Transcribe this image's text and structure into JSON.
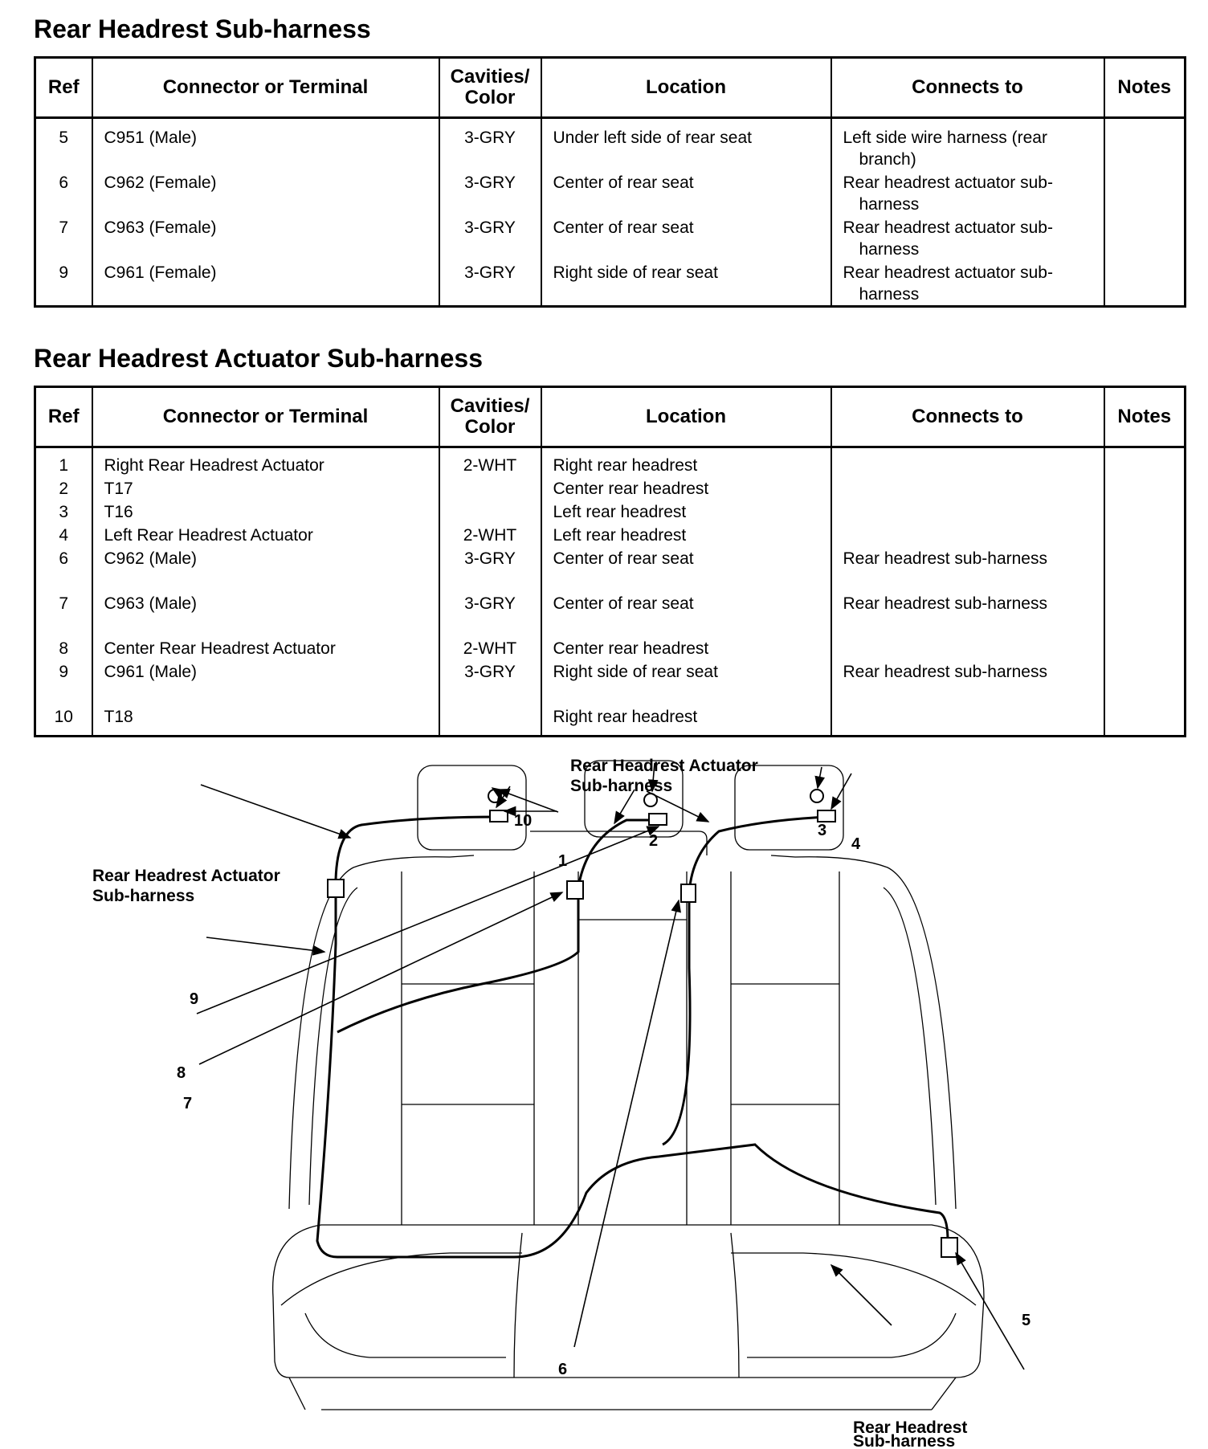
{
  "section1": {
    "title": "Rear Headrest Sub-harness",
    "headers": [
      "Ref",
      "Connector or Terminal",
      "Cavities/ Color",
      "Location",
      "Connects to",
      "Notes"
    ],
    "rows": [
      {
        "ref": "5",
        "connector": "C951 (Male)",
        "cavities": "3-GRY",
        "location": "Under left side of rear seat",
        "connects_to": "Left side wire harness (rear branch)",
        "notes": ""
      },
      {
        "ref": "6",
        "connector": "C962 (Female)",
        "cavities": "3-GRY",
        "location": "Center of rear seat",
        "connects_to": "Rear headrest actuator sub-harness",
        "notes": ""
      },
      {
        "ref": "7",
        "connector": "C963 (Female)",
        "cavities": "3-GRY",
        "location": "Center of rear seat",
        "connects_to": "Rear headrest actuator sub-harness",
        "notes": ""
      },
      {
        "ref": "9",
        "connector": "C961 (Female)",
        "cavities": "3-GRY",
        "location": "Right side of rear seat",
        "connects_to": "Rear headrest actuator sub-harness",
        "notes": ""
      }
    ]
  },
  "section2": {
    "title": "Rear Headrest Actuator Sub-harness",
    "headers": [
      "Ref",
      "Connector or Terminal",
      "Cavities/ Color",
      "Location",
      "Connects to",
      "Notes"
    ],
    "rows": [
      {
        "ref": "1",
        "connector": "Right Rear Headrest Actuator",
        "cavities": "2-WHT",
        "location": "Right rear headrest",
        "connects_to": "",
        "notes": ""
      },
      {
        "ref": "2",
        "connector": "T17",
        "cavities": "",
        "location": "Center rear headrest",
        "connects_to": "",
        "notes": ""
      },
      {
        "ref": "3",
        "connector": "T16",
        "cavities": "",
        "location": "Left rear headrest",
        "connects_to": "",
        "notes": ""
      },
      {
        "ref": "4",
        "connector": "Left Rear Headrest Actuator",
        "cavities": "2-WHT",
        "location": "Left rear headrest",
        "connects_to": "",
        "notes": ""
      },
      {
        "ref": "6",
        "connector": "C962 (Male)",
        "cavities": "3-GRY",
        "location": "Center of rear seat",
        "connects_to": "Rear headrest sub-harness",
        "notes": ""
      },
      {
        "ref": "7",
        "connector": "C963 (Male)",
        "cavities": "3-GRY",
        "location": "Center of rear seat",
        "connects_to": "Rear headrest sub-harness",
        "notes": ""
      },
      {
        "ref": "8",
        "connector": "Center Rear Headrest Actuator",
        "cavities": "2-WHT",
        "location": "Center rear headrest",
        "connects_to": "",
        "notes": ""
      },
      {
        "ref": "9",
        "connector": "C961 (Male)",
        "cavities": "3-GRY",
        "location": "Right side of rear seat",
        "connects_to": "Rear headrest sub-harness",
        "notes": ""
      },
      {
        "ref": "10",
        "connector": "T18",
        "cavities": "",
        "location": "Right rear headrest",
        "connects_to": "",
        "notes": ""
      }
    ]
  },
  "diagram": {
    "label_actuator_top_1": "Rear Headrest Actuator",
    "label_actuator_top_2": "Sub-harness",
    "label_actuator_left_1": "Rear Headrest Actuator",
    "label_actuator_left_2": "Sub-harness",
    "label_headrest_bottom_1": "Rear Headrest",
    "label_headrest_bottom_2": "Sub-harness",
    "callouts": {
      "c1": "1",
      "c2": "2",
      "c3": "3",
      "c4": "4",
      "c5": "5",
      "c6": "6",
      "c7": "7",
      "c8": "8",
      "c9": "9",
      "c10": "10"
    }
  }
}
